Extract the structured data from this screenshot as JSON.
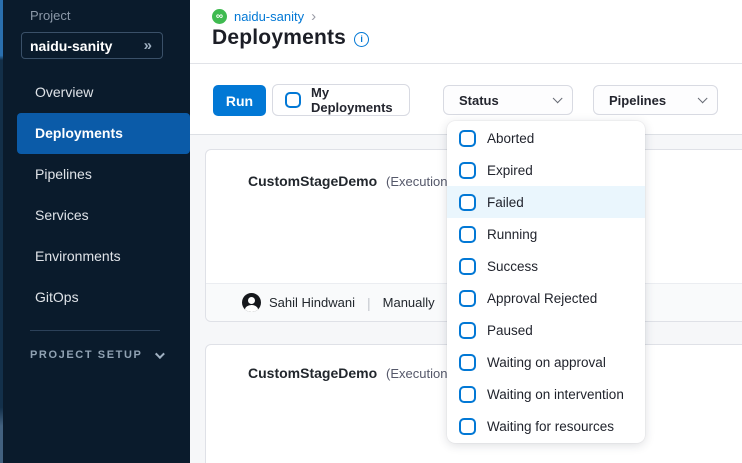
{
  "sidebar": {
    "project_label": "Project",
    "project_value": "naidu-sanity",
    "project_expand_glyph": "»",
    "items": [
      {
        "label": "Overview",
        "active": false
      },
      {
        "label": "Deployments",
        "active": true
      },
      {
        "label": "Pipelines",
        "active": false
      },
      {
        "label": "Services",
        "active": false
      },
      {
        "label": "Environments",
        "active": false
      },
      {
        "label": "GitOps",
        "active": false
      }
    ],
    "project_setup_label": "PROJECT SETUP"
  },
  "header": {
    "breadcrumb": "naidu-sanity",
    "breadcrumb_separator": "›",
    "module_icon_glyph": "∞",
    "title": "Deployments",
    "info_glyph": "i"
  },
  "toolbar": {
    "run_label": "Run",
    "my_deployments_label": "My Deployments",
    "status_label": "Status",
    "pipelines_label": "Pipelines"
  },
  "status_dropdown": {
    "options": [
      {
        "label": "Aborted",
        "checked": false
      },
      {
        "label": "Expired",
        "checked": false
      },
      {
        "label": "Failed",
        "checked": false,
        "highlighted": true
      },
      {
        "label": "Running",
        "checked": false
      },
      {
        "label": "Success",
        "checked": false
      },
      {
        "label": "Approval Rejected",
        "checked": false
      },
      {
        "label": "Paused",
        "checked": false
      },
      {
        "label": "Waiting on approval",
        "checked": false
      },
      {
        "label": "Waiting on intervention",
        "checked": false
      },
      {
        "label": "Waiting for resources",
        "checked": false
      }
    ]
  },
  "deployments": [
    {
      "name": "CustomStageDemo",
      "execution_label": "(Execution Id",
      "triggered_by": "Sahil Hindwani",
      "separator": "|",
      "trigger_type": "Manually"
    },
    {
      "name": "CustomStageDemo",
      "execution_label": "(Execution Id"
    }
  ],
  "colors": {
    "accent_blue": "#0278d5",
    "sidebar_bg": "#0a1b2c",
    "active_nav_bg": "#0b5ba8",
    "module_green": "#3fba50",
    "highlight_row": "#eaf6fd",
    "page_bg": "#f6f7f9"
  }
}
